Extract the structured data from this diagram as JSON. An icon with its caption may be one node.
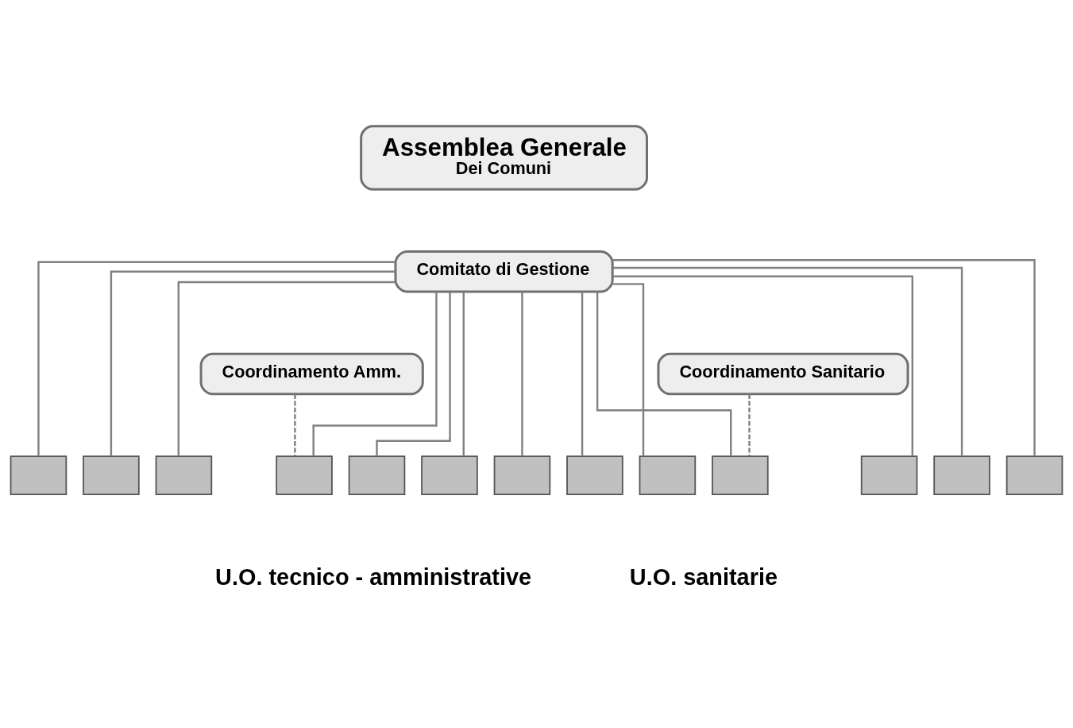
{
  "diagram": {
    "nodes": [
      {
        "text": [
          "Assemblea Generale",
          "Dei Comuni"
        ]
      },
      {
        "text": [
          "Comitato di Gestione"
        ]
      },
      {
        "text": [
          "Coordinamento Amm."
        ]
      },
      {
        "text": [
          "Coordinamento Sanitario"
        ]
      },
      {
        "text": [],
        "shape": "box"
      },
      {
        "text": [],
        "shape": "box"
      },
      {
        "text": [],
        "shape": "box"
      },
      {
        "text": [],
        "shape": "box"
      },
      {
        "text": [],
        "shape": "box"
      },
      {
        "text": [],
        "shape": "box"
      },
      {
        "text": [],
        "shape": "box"
      },
      {
        "text": [],
        "shape": "box"
      },
      {
        "text": [],
        "shape": "box"
      },
      {
        "text": [],
        "shape": "box"
      },
      {
        "text": [],
        "shape": "box"
      },
      {
        "text": [],
        "shape": "box"
      },
      {
        "text": [],
        "shape": "box"
      }
    ],
    "edges": [
      {
        "from": 1,
        "to": 4,
        "arrow": "none"
      },
      {
        "from": 1,
        "to": 5,
        "arrow": "none"
      },
      {
        "from": 1,
        "to": 6,
        "arrow": "none"
      },
      {
        "from": 1,
        "to": 7,
        "arrow": "none"
      },
      {
        "from": 1,
        "to": 8,
        "arrow": "none"
      },
      {
        "from": 1,
        "to": 9,
        "arrow": "none"
      },
      {
        "from": 1,
        "to": 10,
        "arrow": "none"
      },
      {
        "from": 1,
        "to": 11,
        "arrow": "none"
      },
      {
        "from": 1,
        "to": 12,
        "arrow": "none"
      },
      {
        "from": 1,
        "to": 13,
        "arrow": "none"
      },
      {
        "from": 1,
        "to": 14,
        "arrow": "none"
      },
      {
        "from": 1,
        "to": 15,
        "arrow": "none"
      },
      {
        "from": 1,
        "to": 16,
        "arrow": "none"
      },
      {
        "from": 2,
        "to": 7,
        "arrow": "none",
        "style": "dashed"
      },
      {
        "from": 3,
        "to": 13,
        "arrow": "none",
        "style": "dashed"
      }
    ],
    "labels": [
      "U.O. tecnico - amministrative",
      "U.O. sanitarie"
    ]
  }
}
